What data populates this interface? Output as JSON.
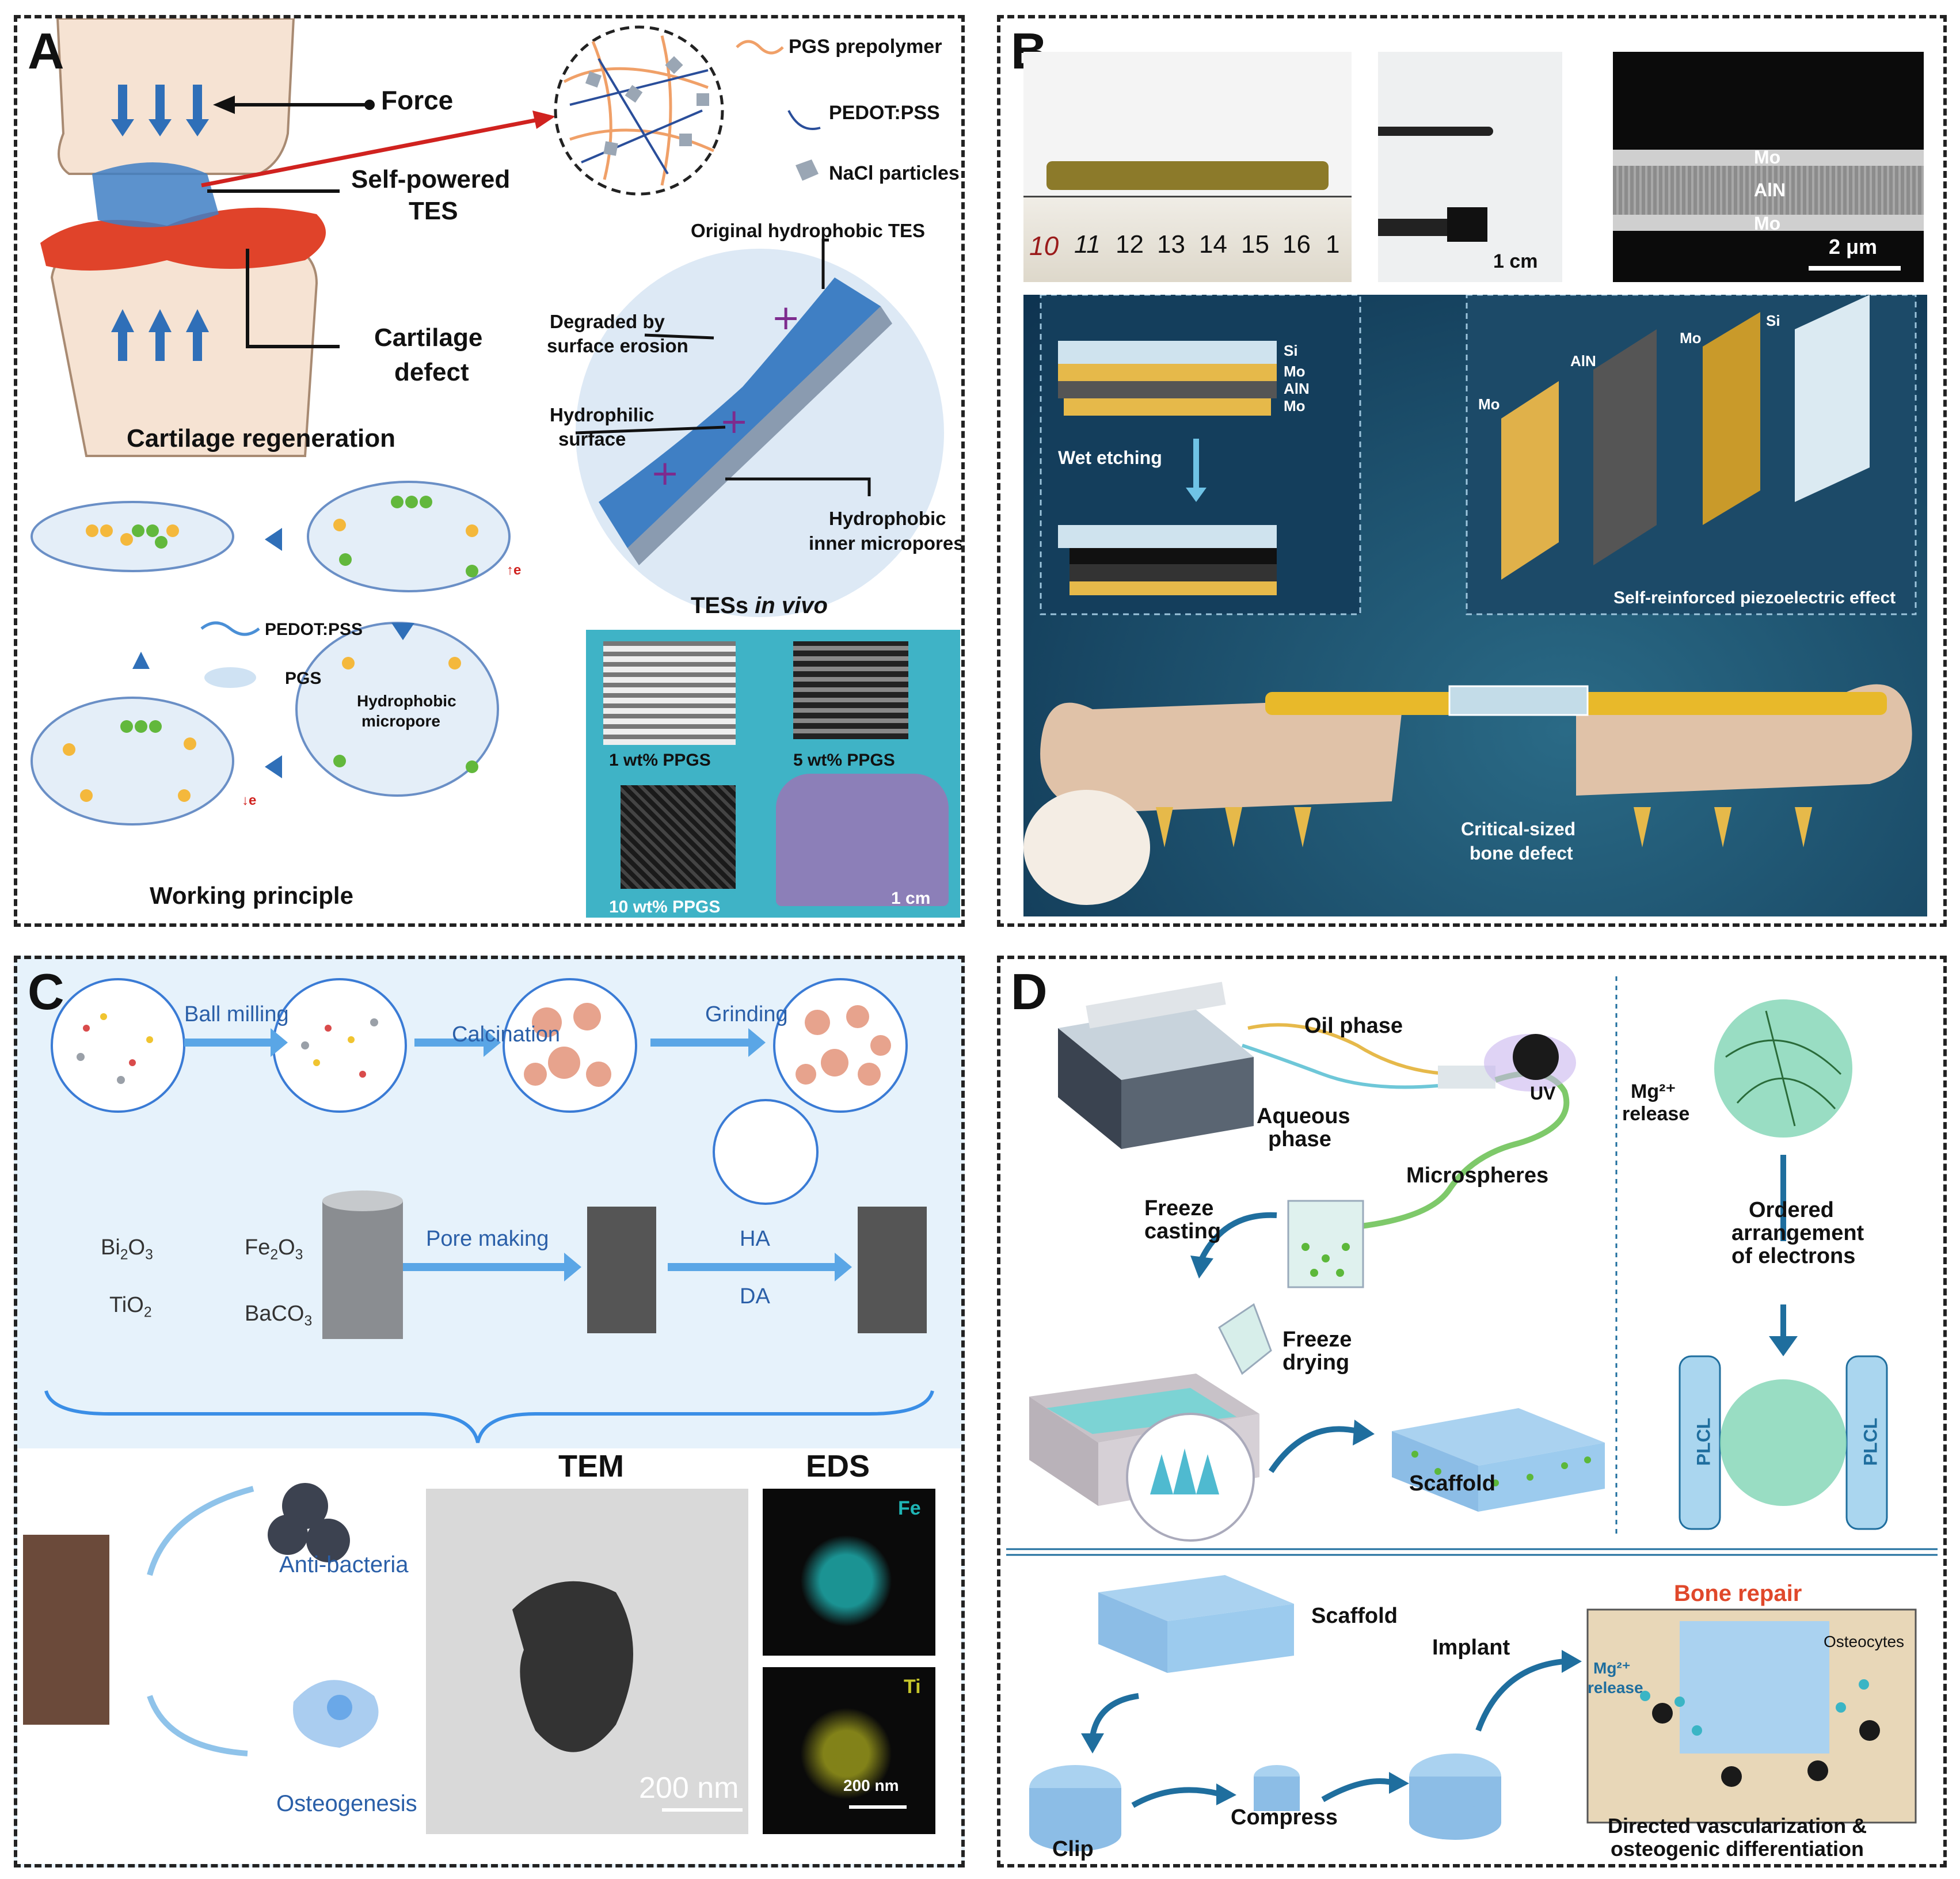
{
  "panels": {
    "a": {
      "label": "A",
      "force": "Force",
      "pgs_prepolymer": "PGS prepolymer",
      "pedot_pss": "PEDOT:PSS",
      "nacl": "NaCl particles",
      "self_powered_1": "Self-powered",
      "self_powered_2": "TES",
      "cartilage_1": "Cartilage",
      "cartilage_2": "defect",
      "cartilage_regen": "Cartilage regeneration",
      "original_tes": "Original hydrophobic TES",
      "degraded_1": "Degraded by",
      "degraded_2": "surface erosion",
      "hydrophilic_1": "Hydrophilic",
      "hydrophilic_2": "surface",
      "hydrophobic_inner_1": "Hydrophobic",
      "hydrophobic_inner_2": "inner micropores",
      "tes_invivo_a": "TESs",
      "tes_invivo_b": "in vivo",
      "pedot_legend": "PEDOT:PSS",
      "pgs_legend": "PGS",
      "hydrophobic_micropore_1": "Hydrophobic",
      "hydrophobic_micropore_2": "micropore",
      "working_principle": "Working principle",
      "e1": "↑e",
      "e2": "↓e",
      "ppgs1": "1 wt% PPGS",
      "ppgs5": "5 wt% PPGS",
      "ppgs10": "10 wt% PPGS",
      "scale": "1 cm"
    },
    "b": {
      "label": "B",
      "ruler_numbers": [
        "10",
        "11",
        "12",
        "13",
        "14",
        "15",
        "16",
        "1"
      ],
      "scale_1cm": "1 cm",
      "mo_top": "Mo",
      "aln": "AlN",
      "mo_bottom": "Mo",
      "scale_2um": "2 μm",
      "layers": [
        "Si",
        "Mo",
        "AlN",
        "Mo"
      ],
      "wet_etching": "Wet etching",
      "plates": [
        "Mo",
        "AlN",
        "Mo",
        "Si"
      ],
      "self_reinforced": "Self-reinforced piezoelectric effect",
      "critical_1": "Critical-sized",
      "critical_2": "bone defect"
    },
    "c": {
      "label": "C",
      "ball_milling": "Ball milling",
      "calcination": "Calcination",
      "grinding": "Grinding",
      "bi2o3": [
        "Bi",
        "2",
        "O",
        "3"
      ],
      "fe2o3": [
        "Fe",
        "2",
        "O",
        "3"
      ],
      "tio2": [
        "TiO",
        "2"
      ],
      "baco3": [
        "BaCO",
        "3"
      ],
      "pore_making": "Pore making",
      "ha": "HA",
      "da": "DA",
      "tem": "TEM",
      "eds": "EDS",
      "fe": "Fe",
      "ti": "Ti",
      "scale_200_big": "200 nm",
      "scale_200_small": "200 nm",
      "anti_bacteria": "Anti-bacteria",
      "osteogenesis": "Osteogenesis"
    },
    "d": {
      "label": "D",
      "oil_phase": "Oil phase",
      "uv": "UV",
      "aqueous_1": "Aqueous",
      "aqueous_2": "phase",
      "microspheres": "Microspheres",
      "freeze_casting_1": "Freeze",
      "freeze_casting_2": "casting",
      "freeze_drying_1": "Freeze",
      "freeze_drying_2": "drying",
      "scaffold": "Scaffold",
      "mg_release_1": "Mg²⁺",
      "mg_release_2": "release",
      "ordered_1": "Ordered",
      "ordered_2": "arrangement",
      "ordered_3": "of electrons",
      "plcl": "PLCL",
      "scaffold2": "Scaffold",
      "implant": "Implant",
      "bone_repair": "Bone repair",
      "osteocytes": "Osteocytes",
      "mg_release_3": "Mg²⁺",
      "mg_release_4": "release",
      "clip": "Clip",
      "compress": "Compress",
      "directed_1": "Directed vascularization &",
      "directed_2": "osteogenic differentiation"
    }
  },
  "colors": {
    "blue_mesh": "#3f7fc4",
    "cartilage_red": "#e0432a",
    "panel_b_bg": "#0e3350",
    "panel_c_bg": "#e6f2fb",
    "gold": "#d9b13a",
    "teal": "#2aa6b8",
    "green_dot": "#5cb83a",
    "bone_repair_red": "#e0482b"
  }
}
